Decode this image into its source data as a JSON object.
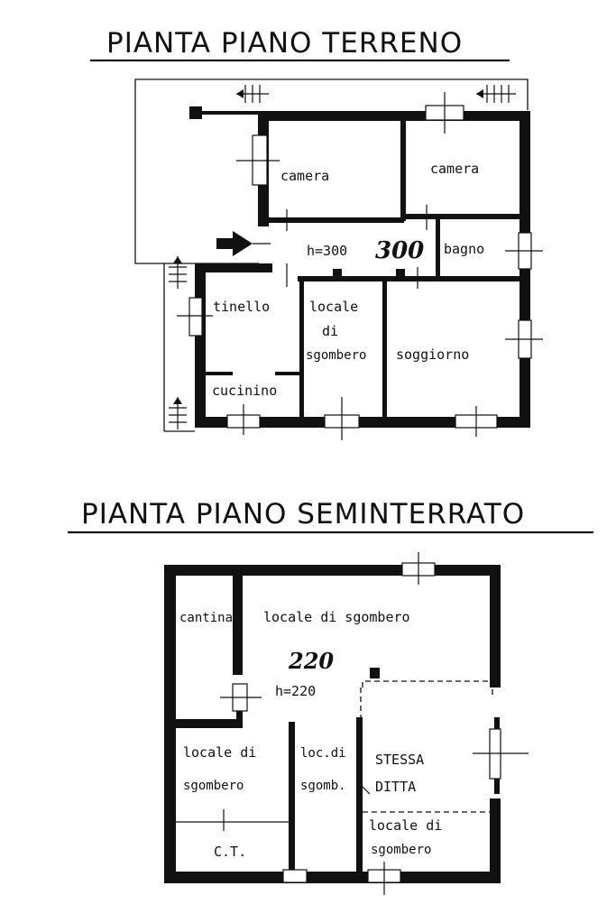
{
  "ground_floor": {
    "title": "PIANTA PIANO TERRENO",
    "rooms": {
      "camera_left": "camera",
      "camera_right": "camera",
      "height_label": "h=300",
      "height_handwritten": "300",
      "bagno": "bagno",
      "tinello": "tinello",
      "locale_line1": "locale",
      "locale_line2": "di",
      "locale_line3": "sgombero",
      "soggiorno": "soggiorno",
      "cucinino": "cucinino"
    }
  },
  "basement": {
    "title": "PIANTA PIANO SEMINTERRATO",
    "rooms": {
      "cantina": "cantina",
      "locale_main": "locale di sgombero",
      "height_handwritten": "220",
      "height_label": "h=220",
      "locale_left_line1": "locale di",
      "locale_left_line2": "sgombero",
      "loc_mid_line1": "loc.di",
      "loc_mid_line2": "sgomb.",
      "stessa_line1": "STESSA",
      "stessa_line2": "DITTA",
      "locale_right_line1": "locale di",
      "locale_right_line2": "sgombero",
      "ct": "C.T."
    }
  }
}
